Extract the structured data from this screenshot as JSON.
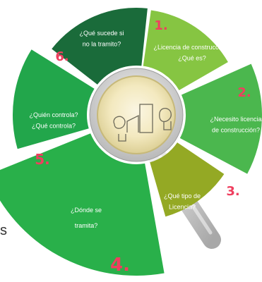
{
  "colors": {
    "num_red": "#ef3f5f",
    "text": "#ffffff",
    "center_gold": "#f2e7b5",
    "edge_text": "#333333"
  },
  "segments": [
    {
      "number": "1.",
      "lines": [
        "¿Licencia de construcción?",
        "¿Qué es?"
      ],
      "color": "#86c542"
    },
    {
      "number": "2.",
      "lines": [
        "¿Necesito licencia",
        "de construcción?"
      ],
      "color": "#4bb74e"
    },
    {
      "number": "3.",
      "lines": [
        "¿Qué tipo de",
        "Licencia?"
      ],
      "color": "#94a924"
    },
    {
      "number": "4.",
      "lines": [
        "¿Dónde se",
        "tramita?"
      ],
      "color": "#29b04a"
    },
    {
      "number": "5.",
      "lines": [
        "¿Quién controla?",
        "¿Qué controla?"
      ],
      "color": "#22a64b"
    },
    {
      "number": "6.",
      "lines": [
        "¿Qué sucede si",
        "no la tramito?"
      ],
      "color": "#1a6b3a"
    }
  ],
  "edge_text": "s"
}
